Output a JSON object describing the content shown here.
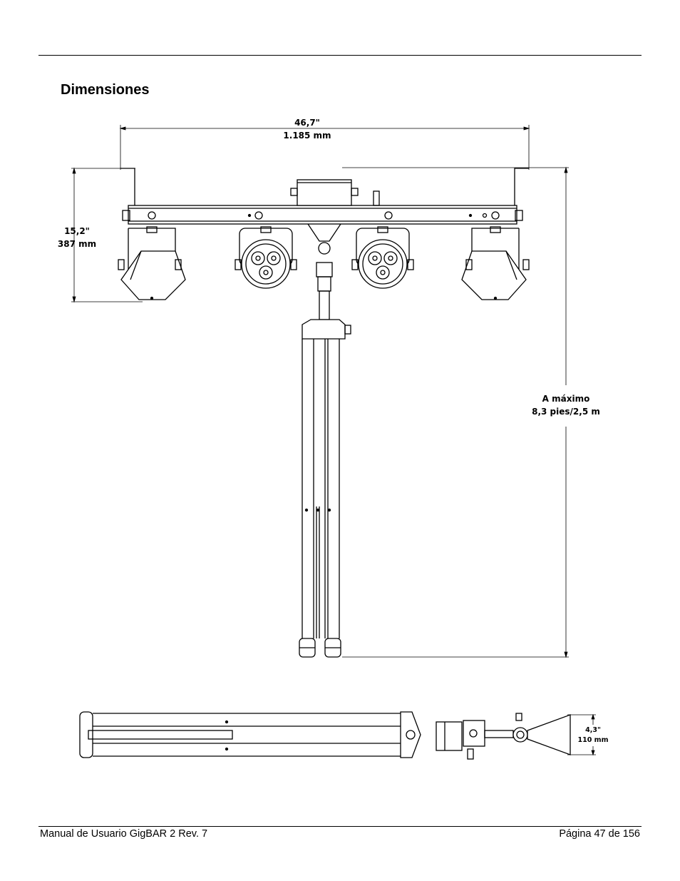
{
  "page": {
    "title": "Dimensiones",
    "footer_left": "Manual de Usuario GigBAR 2 Rev. 7",
    "footer_right": "Página 47 de 156"
  },
  "dimensions": {
    "width_in": "46,7\"",
    "width_mm": "1.185 mm",
    "height_in": "15,2\"",
    "height_mm": "387 mm",
    "max_label": "A máximo",
    "max_value": "8,3 pies/2,5 m",
    "depth_in": "4,3\"",
    "depth_mm": "110 mm"
  }
}
